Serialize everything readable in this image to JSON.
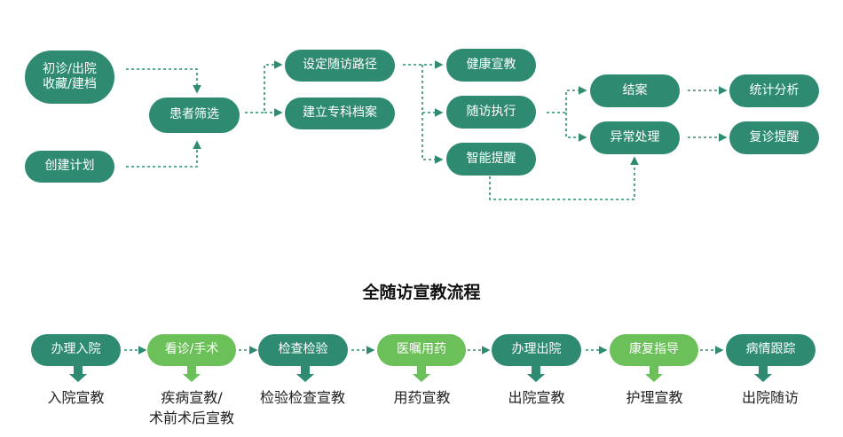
{
  "top_flow": {
    "first_visit": "初诊/出院\n收藏/建档",
    "create_plan": "创建计划",
    "patient_screen": "患者筛选",
    "set_path": "设定随访路径",
    "build_archive": "建立专科档案",
    "health_edu": "健康宣教",
    "followup_exec": "随访执行",
    "smart_remind": "智能提醒",
    "close_case": "结案",
    "exception": "异常处理",
    "statistics": "统计分析",
    "revisit_remind": "复诊提醒"
  },
  "process_title": "全随访宣教流程",
  "steps": [
    {
      "label": "办理入院",
      "caption": "入院宣教"
    },
    {
      "label": "看诊/手术",
      "caption": "疾病宣教/\n术前术后宣教"
    },
    {
      "label": "检查检验",
      "caption": "检验检查宣教"
    },
    {
      "label": "医嘱用药",
      "caption": "用药宣教"
    },
    {
      "label": "办理出院",
      "caption": "出院宣教"
    },
    {
      "label": "康复指导",
      "caption": "护理宣教"
    },
    {
      "label": "病情跟踪",
      "caption": "出院随访"
    }
  ],
  "colors": {
    "dark_green": "#2e8b72",
    "light_green": "#6cc05a",
    "arrow": "#2e8b72"
  }
}
